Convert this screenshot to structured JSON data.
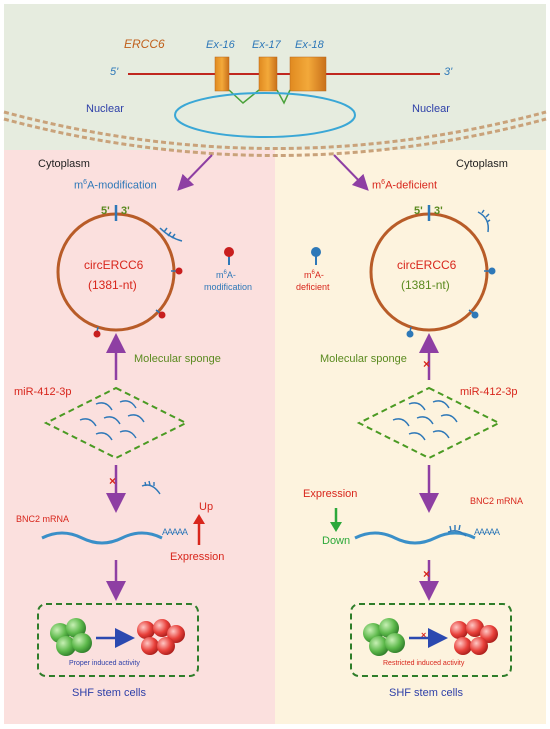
{
  "colors": {
    "nucleus_bg": "#e6ecdf",
    "left_bg": "#fbe0de",
    "right_bg": "#fdf3de",
    "purple": "#8e3fa3",
    "circle": "#b85c28",
    "red_label": "#d8261c",
    "blue_label": "#2e78b8",
    "green_label": "#5a8a1f",
    "dash_green": "#4a9a22"
  },
  "gene": {
    "name": "ERCC6",
    "exons": [
      "Ex-16",
      "Ex-17",
      "Ex-18"
    ],
    "five_prime": "5'",
    "three_prime": "3'",
    "nuclear_left": "Nuclear",
    "nuclear_right": "Nuclear"
  },
  "left": {
    "region": "Cytoplasm",
    "mod_prefix": "m",
    "mod_sup": "6",
    "mod_suffix": "A-modification",
    "five": "5'",
    "three": "3'",
    "circ_name": "circERCC6",
    "circ_len": "(1381-nt)",
    "legend_prefix": "m",
    "legend_sup": "6",
    "legend_line1": "A-",
    "legend_line2": "modification",
    "sponge": "Molecular sponge",
    "mir": "miR-412-3p",
    "mrna": "BNC2 mRNA",
    "up": "Up",
    "expression": "Expression",
    "activity": "Proper induced activity",
    "cells": "SHF stem cells",
    "block_mark": "×"
  },
  "right": {
    "region": "Cytoplasm",
    "mod_prefix": "m",
    "mod_sup": "6",
    "mod_suffix": "A-deficient",
    "five": "5'",
    "three": "3'",
    "circ_name": "circERCC6",
    "circ_len": "(1381-nt)",
    "legend_prefix": "m",
    "legend_sup": "6",
    "legend_line1": "A-",
    "legend_line2": "deficient",
    "sponge": "Molecular sponge",
    "mir": "miR-412-3p",
    "expression": "Expression",
    "down": "Down",
    "mrna": "BNC2 mRNA",
    "activity": "Restricted induced activity",
    "cells": "SHF stem cells",
    "block_mark_sponge": "×",
    "block_mark_down": "×",
    "block_mark_cells": "×"
  }
}
